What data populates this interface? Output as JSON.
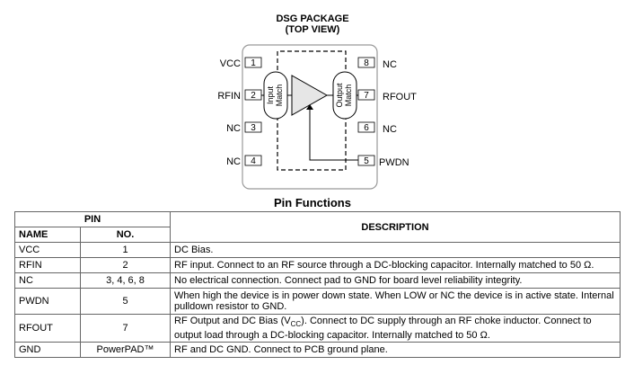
{
  "package": {
    "title_line1": "DSG PACKAGE",
    "title_line2": "(TOP VIEW)",
    "left_pins": [
      {
        "label": "VCC",
        "num": "1"
      },
      {
        "label": "RFIN",
        "num": "2"
      },
      {
        "label": "NC",
        "num": "3"
      },
      {
        "label": "NC",
        "num": "4"
      }
    ],
    "right_pins": [
      {
        "label": "NC",
        "num": "8"
      },
      {
        "label": "RFOUT",
        "num": "7"
      },
      {
        "label": "NC",
        "num": "6"
      },
      {
        "label": "PWDN",
        "num": "5"
      }
    ],
    "input_match": [
      "Input",
      "Match"
    ],
    "output_match": [
      "Output",
      "Match"
    ]
  },
  "pin_functions": {
    "title": "Pin Functions",
    "header_pin": "PIN",
    "header_name": "NAME",
    "header_no": "NO.",
    "header_description": "DESCRIPTION",
    "rows": [
      {
        "name": "VCC",
        "no": "1",
        "description": "DC Bias."
      },
      {
        "name": "RFIN",
        "no": "2",
        "description": "RF input. Connect to an RF source through a DC-blocking capacitor. Internally matched to 50 Ω."
      },
      {
        "name": "NC",
        "no": "3, 4, 6, 8",
        "description": "No electrical connection. Connect pad to GND for board level reliability integrity."
      },
      {
        "name": "PWDN",
        "no": "5",
        "description": "When high the device is in power down state. When LOW or NC the device is in active state. Internal pulldown resistor to GND."
      },
      {
        "name": "RFOUT",
        "no": "7",
        "description_part1": "RF Output and DC Bias (V",
        "description_sub": "CC",
        "description_part2": "). Connect to DC supply through an RF choke inductor. Connect to output load through a DC-blocking capacitor. Internally matched to 50 Ω."
      },
      {
        "name": "GND",
        "no": "PowerPAD™",
        "description": "RF and DC GND. Connect to PCB ground plane."
      }
    ]
  }
}
